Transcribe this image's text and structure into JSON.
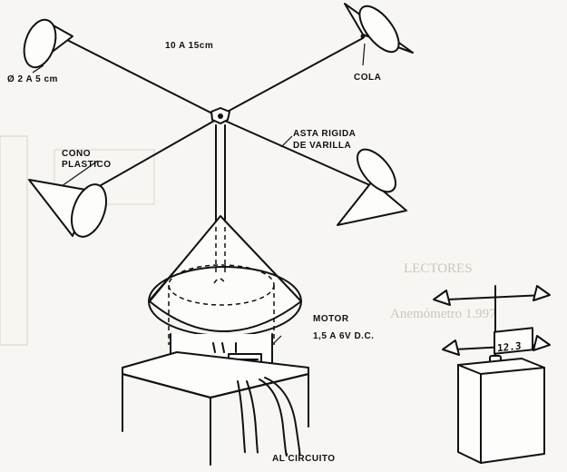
{
  "labels": {
    "size_arm": "10 A 15cm",
    "cup_diameter": "Ø 2 A 5 cm",
    "tail": "COLA",
    "cone_line1": "CONO",
    "cone_line2": "PLASTICO",
    "rod_line1": "ASTA RIGIDA",
    "rod_line2": "DE VARILLA",
    "motor_line1": "MOTOR",
    "motor_line2": "1,5 A 6V D.C.",
    "to_circuit": "AL CIRCUITO"
  },
  "display": {
    "reading": "12.3"
  },
  "background_text": [
    "LECTORES",
    "Anemómetro 1.997"
  ]
}
